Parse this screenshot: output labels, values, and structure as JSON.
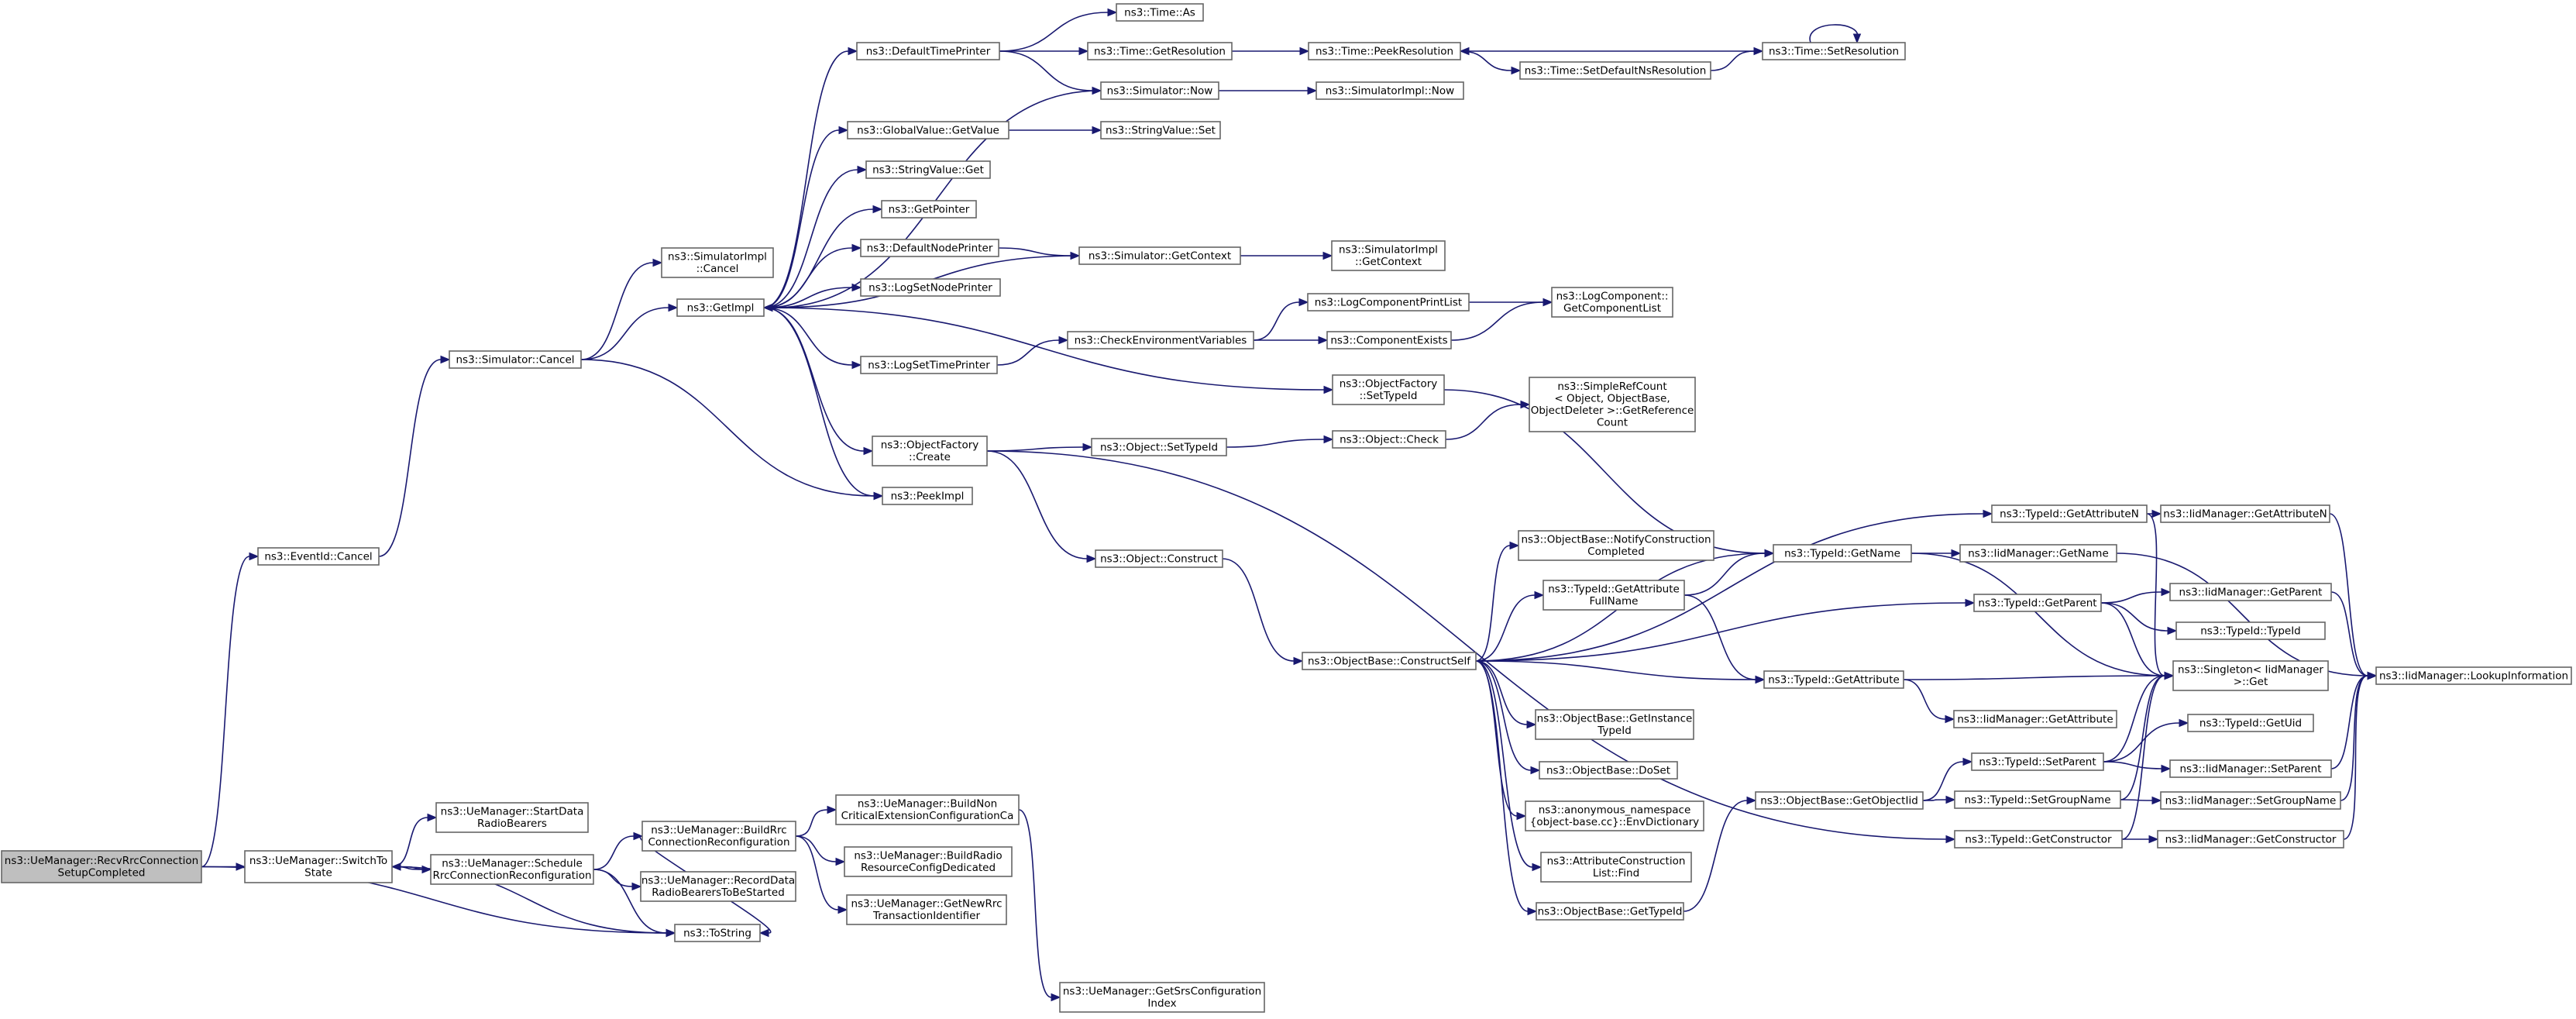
{
  "colors": {
    "edge": "#191970",
    "node_border": "#666666",
    "node_fill": "#ffffff",
    "root_fill": "#bfbfbf"
  },
  "nodes": [
    {
      "id": "n0",
      "lines": [
        "ns3::UeManager::RecvRrcConnection",
        "SetupCompleted"
      ],
      "root": true
    },
    {
      "id": "n1",
      "lines": [
        "ns3::EventId::Cancel"
      ]
    },
    {
      "id": "n2",
      "lines": [
        "ns3::UeManager::SwitchTo",
        "State"
      ]
    },
    {
      "id": "n3",
      "lines": [
        "ns3::ToString"
      ]
    },
    {
      "id": "n4",
      "lines": [
        "ns3::Simulator::Cancel"
      ]
    },
    {
      "id": "n5",
      "lines": [
        "ns3::GetImpl"
      ]
    },
    {
      "id": "n6",
      "lines": [
        "ns3::PeekImpl"
      ]
    },
    {
      "id": "n7",
      "lines": [
        "ns3::SimulatorImpl",
        "::Cancel"
      ]
    },
    {
      "id": "n8",
      "lines": [
        "ns3::DefaultTimePrinter"
      ]
    },
    {
      "id": "n9",
      "lines": [
        "ns3::GlobalValue::GetValue"
      ]
    },
    {
      "id": "n10",
      "lines": [
        "ns3::StringValue::Get"
      ]
    },
    {
      "id": "n11",
      "lines": [
        "ns3::GetPointer"
      ]
    },
    {
      "id": "n12",
      "lines": [
        "ns3::DefaultNodePrinter"
      ]
    },
    {
      "id": "n13",
      "lines": [
        "ns3::LogSetNodePrinter"
      ]
    },
    {
      "id": "n14",
      "lines": [
        "ns3::LogSetTimePrinter"
      ]
    },
    {
      "id": "n15",
      "lines": [
        "ns3::ObjectFactory",
        "::Create"
      ]
    },
    {
      "id": "n16",
      "lines": [
        "ns3::Time::As"
      ]
    },
    {
      "id": "n17",
      "lines": [
        "ns3::Time::GetResolution"
      ]
    },
    {
      "id": "n18",
      "lines": [
        "ns3::Simulator::Now"
      ]
    },
    {
      "id": "n19",
      "lines": [
        "ns3::StringValue::Set"
      ]
    },
    {
      "id": "n20",
      "lines": [
        "ns3::Simulator::GetContext"
      ]
    },
    {
      "id": "n21",
      "lines": [
        "ns3::CheckEnvironmentVariables"
      ]
    },
    {
      "id": "n22",
      "lines": [
        "ns3::Object::SetTypeId"
      ]
    },
    {
      "id": "n23",
      "lines": [
        "ns3::Object::Construct"
      ]
    },
    {
      "id": "n24",
      "lines": [
        "ns3::Time::PeekResolution"
      ]
    },
    {
      "id": "n25",
      "lines": [
        "ns3::SimulatorImpl::Now"
      ]
    },
    {
      "id": "n26",
      "lines": [
        "ns3::SimulatorImpl",
        "::GetContext"
      ]
    },
    {
      "id": "n27",
      "lines": [
        "ns3::LogComponentPrintList"
      ]
    },
    {
      "id": "n28",
      "lines": [
        "ns3::ComponentExists"
      ]
    },
    {
      "id": "n29",
      "lines": [
        "ns3::ObjectFactory",
        "::SetTypeId"
      ]
    },
    {
      "id": "n30",
      "lines": [
        "ns3::Object::Check"
      ]
    },
    {
      "id": "n31",
      "lines": [
        "ns3::ObjectBase::ConstructSelf"
      ]
    },
    {
      "id": "n32",
      "lines": [
        "ns3::Time::SetDefaultNsResolution"
      ]
    },
    {
      "id": "n33",
      "lines": [
        "ns3::Time::SetResolution"
      ]
    },
    {
      "id": "n34",
      "lines": [
        "ns3::LogComponent::",
        "GetComponentList"
      ]
    },
    {
      "id": "n35",
      "lines": [
        "ns3::SimpleRefCount",
        "< Object, ObjectBase,",
        "ObjectDeleter >::GetReference",
        "Count"
      ]
    },
    {
      "id": "n36",
      "lines": [
        "ns3::TypeId::GetName"
      ]
    },
    {
      "id": "n37",
      "lines": [
        "ns3::TypeId::GetAttributeN"
      ]
    },
    {
      "id": "n38",
      "lines": [
        "ns3::ObjectBase::NotifyConstruction",
        "Completed"
      ]
    },
    {
      "id": "n39",
      "lines": [
        "ns3::TypeId::GetAttribute",
        "FullName"
      ]
    },
    {
      "id": "n40",
      "lines": [
        "ns3::TypeId::GetParent"
      ]
    },
    {
      "id": "n41",
      "lines": [
        "ns3::TypeId::GetAttribute"
      ]
    },
    {
      "id": "n42",
      "lines": [
        "ns3::ObjectBase::GetInstance",
        "TypeId"
      ]
    },
    {
      "id": "n43",
      "lines": [
        "ns3::ObjectBase::DoSet"
      ]
    },
    {
      "id": "n44",
      "lines": [
        "ns3::anonymous_namespace",
        "{object-base.cc}::EnvDictionary"
      ]
    },
    {
      "id": "n45",
      "lines": [
        "ns3::AttributeConstruction",
        "List::Find"
      ]
    },
    {
      "id": "n46",
      "lines": [
        "ns3::ObjectBase::GetTypeId"
      ]
    },
    {
      "id": "n47",
      "lines": [
        "ns3::ObjectBase::GetObjectIid"
      ]
    },
    {
      "id": "n48",
      "lines": [
        "ns3::TypeId::GetConstructor"
      ]
    },
    {
      "id": "n49",
      "lines": [
        "ns3::IidManager::GetAttributeN"
      ]
    },
    {
      "id": "n50",
      "lines": [
        "ns3::IidManager::GetName"
      ]
    },
    {
      "id": "n51",
      "lines": [
        "ns3::Singleton< IidManager",
        ">::Get"
      ]
    },
    {
      "id": "n52",
      "lines": [
        "ns3::IidManager::GetParent"
      ]
    },
    {
      "id": "n53",
      "lines": [
        "ns3::TypeId::TypeId"
      ]
    },
    {
      "id": "n54",
      "lines": [
        "ns3::IidManager::GetAttribute"
      ]
    },
    {
      "id": "n55",
      "lines": [
        "ns3::TypeId::SetParent"
      ]
    },
    {
      "id": "n56",
      "lines": [
        "ns3::TypeId::SetGroupName"
      ]
    },
    {
      "id": "n57",
      "lines": [
        "ns3::TypeId::GetUid"
      ]
    },
    {
      "id": "n58",
      "lines": [
        "ns3::IidManager::SetParent"
      ]
    },
    {
      "id": "n59",
      "lines": [
        "ns3::IidManager::SetGroupName"
      ]
    },
    {
      "id": "n60",
      "lines": [
        "ns3::IidManager::GetConstructor"
      ]
    },
    {
      "id": "n61",
      "lines": [
        "ns3::IidManager::LookupInformation"
      ]
    },
    {
      "id": "n62",
      "lines": [
        "ns3::UeManager::StartData",
        "RadioBearers"
      ]
    },
    {
      "id": "n63",
      "lines": [
        "ns3::UeManager::Schedule",
        "RrcConnectionReconfiguration"
      ]
    },
    {
      "id": "n64",
      "lines": [
        "ns3::UeManager::BuildRrc",
        "ConnectionReconfiguration"
      ]
    },
    {
      "id": "n65",
      "lines": [
        "ns3::UeManager::RecordData",
        "RadioBearersToBeStarted"
      ]
    },
    {
      "id": "n66",
      "lines": [
        "ns3::UeManager::BuildNon",
        "CriticalExtensionConfigurationCa"
      ]
    },
    {
      "id": "n67",
      "lines": [
        "ns3::UeManager::BuildRadio",
        "ResourceConfigDedicated"
      ]
    },
    {
      "id": "n68",
      "lines": [
        "ns3::UeManager::GetNewRrc",
        "TransactionIdentifier"
      ]
    },
    {
      "id": "n69",
      "lines": [
        "ns3::UeManager::GetSrsConfiguration",
        "Index"
      ]
    }
  ],
  "edges": [
    [
      "n0",
      "n1"
    ],
    [
      "n0",
      "n2"
    ],
    [
      "n0",
      "n3"
    ],
    [
      "n1",
      "n4"
    ],
    [
      "n4",
      "n5"
    ],
    [
      "n4",
      "n6"
    ],
    [
      "n4",
      "n7"
    ],
    [
      "n5",
      "n6"
    ],
    [
      "n5",
      "n8"
    ],
    [
      "n5",
      "n9"
    ],
    [
      "n5",
      "n10"
    ],
    [
      "n5",
      "n11"
    ],
    [
      "n5",
      "n12"
    ],
    [
      "n5",
      "n13"
    ],
    [
      "n5",
      "n14"
    ],
    [
      "n5",
      "n15"
    ],
    [
      "n5",
      "n29"
    ],
    [
      "n8",
      "n16"
    ],
    [
      "n8",
      "n17"
    ],
    [
      "n8",
      "n18"
    ],
    [
      "n17",
      "n24"
    ],
    [
      "n24",
      "n32"
    ],
    [
      "n33",
      "n24"
    ],
    [
      "n33",
      "n33"
    ],
    [
      "n32",
      "n33"
    ],
    [
      "n18",
      "n5"
    ],
    [
      "n18",
      "n25"
    ],
    [
      "n9",
      "n19"
    ],
    [
      "n12",
      "n20"
    ],
    [
      "n20",
      "n5"
    ],
    [
      "n20",
      "n26"
    ],
    [
      "n14",
      "n21"
    ],
    [
      "n21",
      "n27"
    ],
    [
      "n21",
      "n28"
    ],
    [
      "n27",
      "n34"
    ],
    [
      "n28",
      "n34"
    ],
    [
      "n29",
      "n36"
    ],
    [
      "n15",
      "n22"
    ],
    [
      "n15",
      "n23"
    ],
    [
      "n15",
      "n48"
    ],
    [
      "n22",
      "n30"
    ],
    [
      "n30",
      "n35"
    ],
    [
      "n23",
      "n31"
    ],
    [
      "n31",
      "n36"
    ],
    [
      "n31",
      "n37"
    ],
    [
      "n31",
      "n38"
    ],
    [
      "n31",
      "n39"
    ],
    [
      "n31",
      "n40"
    ],
    [
      "n31",
      "n41"
    ],
    [
      "n31",
      "n42"
    ],
    [
      "n31",
      "n43"
    ],
    [
      "n31",
      "n44"
    ],
    [
      "n31",
      "n45"
    ],
    [
      "n31",
      "n46"
    ],
    [
      "n39",
      "n36"
    ],
    [
      "n39",
      "n41"
    ],
    [
      "n36",
      "n50"
    ],
    [
      "n36",
      "n51"
    ],
    [
      "n37",
      "n49"
    ],
    [
      "n37",
      "n51"
    ],
    [
      "n40",
      "n52"
    ],
    [
      "n40",
      "n53"
    ],
    [
      "n40",
      "n51"
    ],
    [
      "n41",
      "n54"
    ],
    [
      "n41",
      "n51"
    ],
    [
      "n46",
      "n47"
    ],
    [
      "n47",
      "n55"
    ],
    [
      "n47",
      "n56"
    ],
    [
      "n55",
      "n57"
    ],
    [
      "n55",
      "n58"
    ],
    [
      "n55",
      "n51"
    ],
    [
      "n56",
      "n59"
    ],
    [
      "n56",
      "n51"
    ],
    [
      "n48",
      "n60"
    ],
    [
      "n48",
      "n51"
    ],
    [
      "n49",
      "n61"
    ],
    [
      "n50",
      "n61"
    ],
    [
      "n52",
      "n61"
    ],
    [
      "n58",
      "n61"
    ],
    [
      "n59",
      "n61"
    ],
    [
      "n60",
      "n61"
    ],
    [
      "n2",
      "n62"
    ],
    [
      "n2",
      "n63"
    ],
    [
      "n2",
      "n3"
    ],
    [
      "n63",
      "n2"
    ],
    [
      "n63",
      "n64"
    ],
    [
      "n63",
      "n65"
    ],
    [
      "n63",
      "n3"
    ],
    [
      "n64",
      "n66"
    ],
    [
      "n64",
      "n67"
    ],
    [
      "n64",
      "n68"
    ],
    [
      "n64",
      "n3"
    ],
    [
      "n66",
      "n69"
    ]
  ]
}
